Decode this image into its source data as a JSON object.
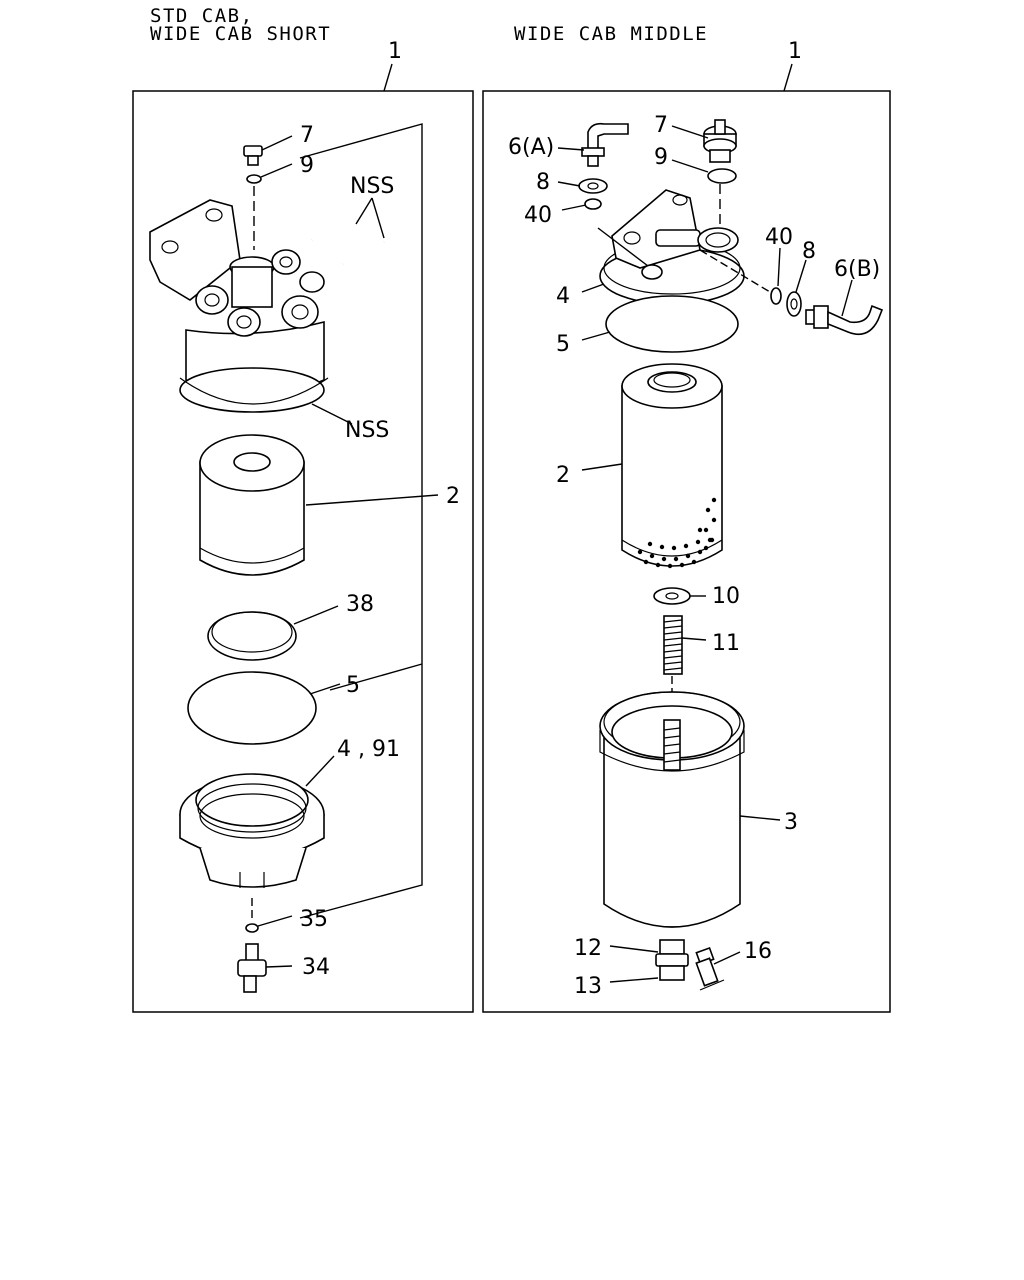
{
  "headers": {
    "left_line1": "STD CAB,",
    "left_line2": "WIDE CAB SHORT",
    "right": "WIDE CAB MIDDLE"
  },
  "left_panel": {
    "assembly_ref": "1",
    "labels": {
      "bolt": "7",
      "washer": "9",
      "nss_pipes": "NSS",
      "nss_housing": "NSS",
      "element": "2",
      "ring": "38",
      "gasket": "5",
      "bowl": "4 , 91",
      "oring": "35",
      "drain": "34"
    }
  },
  "right_panel": {
    "assembly_ref": "1",
    "labels": {
      "fitting_a": "6(A)",
      "washer_a": "8",
      "oring_a": "40",
      "plug": "7",
      "plug_washer": "9",
      "head": "4",
      "gasket": "5",
      "oring_b": "40",
      "washer_b": "8",
      "fitting_b": "6(B)",
      "element": "2",
      "seat": "10",
      "spring": "11",
      "bowl": "3",
      "sensor": "12",
      "nut": "13",
      "drain_cock": "16"
    }
  }
}
